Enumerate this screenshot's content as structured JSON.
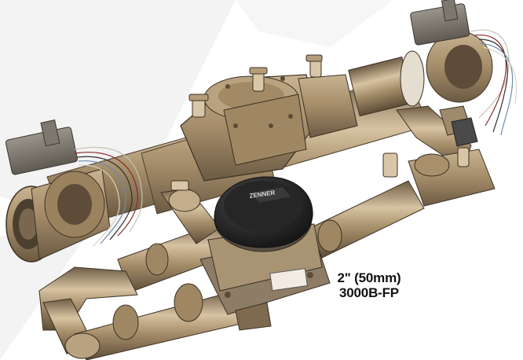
{
  "product": {
    "caption_line1": "2\" (50mm)",
    "caption_line2": "3000B-FP",
    "meter_label": "ZENNER"
  },
  "colors": {
    "background_shape": "#f2f2f2",
    "brass": "#b59d7a",
    "brass_dark": "#7d6a4f",
    "meter_top": "#1f1f1f",
    "bronze": "#8e7d66"
  }
}
